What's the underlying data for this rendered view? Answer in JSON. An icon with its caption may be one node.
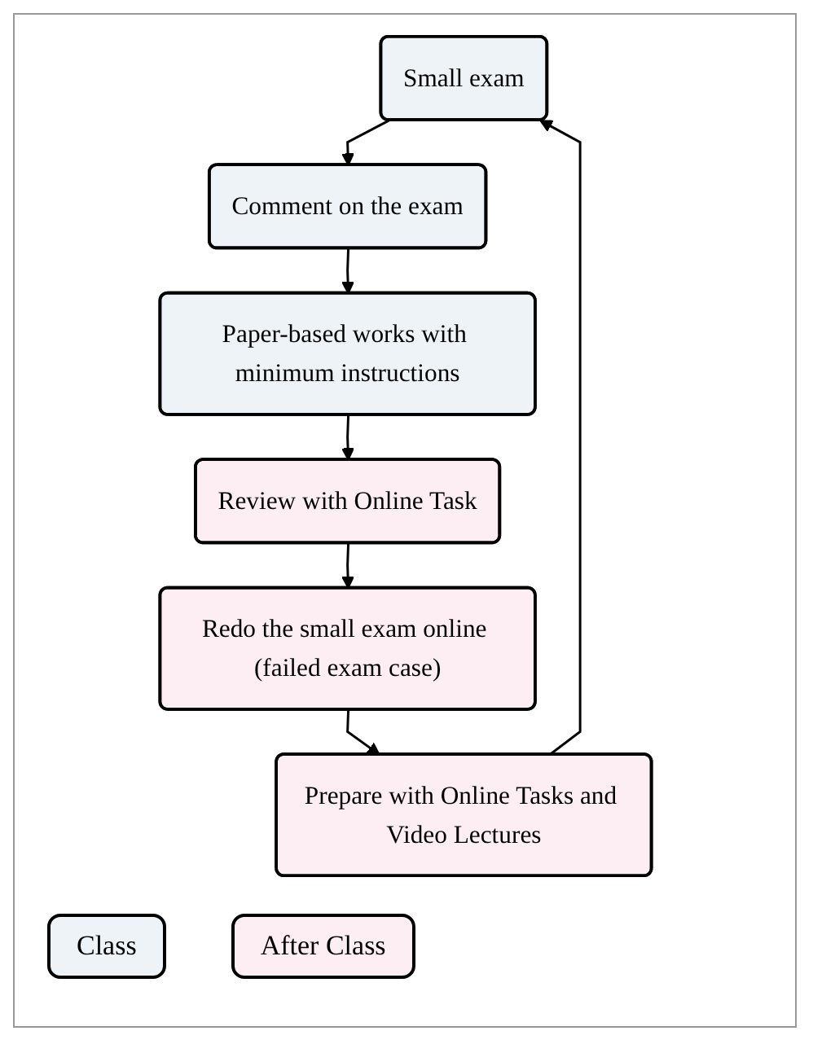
{
  "diagram": {
    "nodes": [
      {
        "text": [
          "Small exam"
        ]
      },
      {
        "text": [
          "Comment on the exam"
        ]
      },
      {
        "text": [
          "Paper-based works with minimum instructions"
        ]
      },
      {
        "text": [
          "Review with Online Task"
        ]
      },
      {
        "text": [
          "Redo the small exam online (failed exam case)"
        ]
      },
      {
        "text": [
          "Prepare with Online Tasks and Video Lectures"
        ]
      }
    ],
    "edges": [
      {
        "from": 0,
        "to": 1,
        "arrow": "to"
      },
      {
        "from": 1,
        "to": 2,
        "arrow": "to"
      },
      {
        "from": 2,
        "to": 3,
        "arrow": "to"
      },
      {
        "from": 3,
        "to": 4,
        "arrow": "to"
      },
      {
        "from": 4,
        "to": 5,
        "arrow": "to"
      },
      {
        "from": 5,
        "to": 0,
        "arrow": "to"
      }
    ],
    "legend": [
      {
        "text": "Class",
        "color": "#eef3f7"
      },
      {
        "text": "After Class",
        "color": "#fdeef4"
      }
    ]
  }
}
